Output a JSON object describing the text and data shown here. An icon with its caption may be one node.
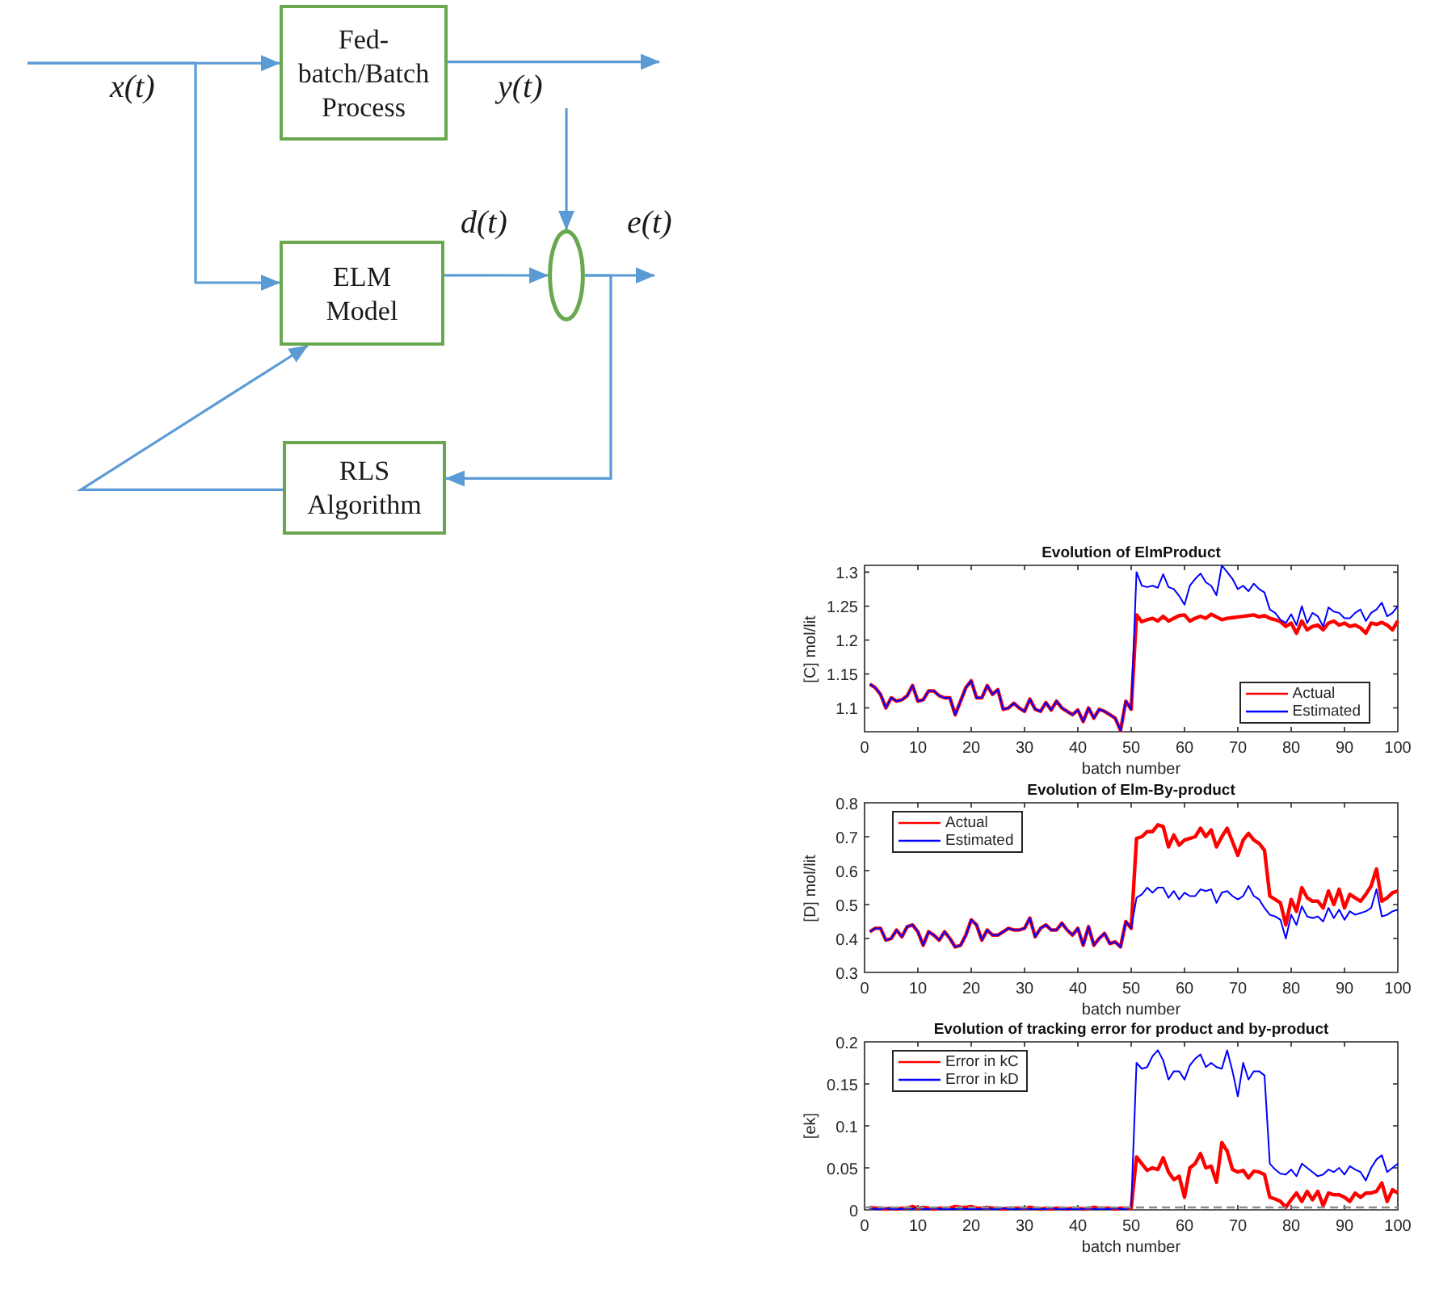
{
  "diagram": {
    "nodes": [
      {
        "text": [
          "Fed-batch/Batch Process"
        ]
      },
      {
        "text": [
          "ELM Model"
        ]
      },
      {
        "text": [],
        "shape": "ellipse"
      },
      {
        "text": [
          "RLS Algorithm"
        ]
      }
    ],
    "edges": [
      {
        "from": null,
        "to": 0,
        "arrow": "to",
        "label": "x(t)"
      },
      {
        "from": null,
        "to": 1,
        "arrow": "to"
      },
      {
        "from": 0,
        "to": null,
        "arrow": "to",
        "label": "y(t)"
      },
      {
        "from": null,
        "to": 2,
        "arrow": "to"
      },
      {
        "from": 1,
        "to": 2,
        "arrow": "to",
        "label": "d(t)"
      },
      {
        "from": 2,
        "to": null,
        "arrow": "to",
        "label": "e(t)"
      },
      {
        "from": 2,
        "to": 3,
        "arrow": "to"
      },
      {
        "from": 3,
        "to": 1,
        "arrow": "to"
      }
    ],
    "chart_data": [
      {
        "type": "line",
        "title": "Evolution of ElmProduct",
        "xlabel": "batch number",
        "ylabel": "[C] mol/lit",
        "x": [
          1,
          2,
          3,
          4,
          5,
          6,
          7,
          8,
          9,
          10,
          11,
          12,
          13,
          14,
          15,
          16,
          17,
          18,
          19,
          20,
          21,
          22,
          23,
          24,
          25,
          26,
          27,
          28,
          29,
          30,
          31,
          32,
          33,
          34,
          35,
          36,
          37,
          38,
          39,
          40,
          41,
          42,
          43,
          44,
          45,
          46,
          47,
          48,
          49,
          50,
          51,
          52,
          53,
          54,
          55,
          56,
          57,
          58,
          59,
          60,
          61,
          62,
          63,
          64,
          65,
          66,
          67,
          68,
          69,
          70,
          71,
          72,
          73,
          74,
          75,
          76,
          77,
          78,
          79,
          80,
          81,
          82,
          83,
          84,
          85,
          86,
          87,
          88,
          89,
          90,
          91,
          92,
          93,
          94,
          95,
          96,
          97,
          98,
          99,
          100
        ],
        "series": [
          {
            "name": "Actual",
            "color": "#ff0000",
            "values": [
              1.135,
              1.13,
              1.12,
              1.1,
              1.115,
              1.11,
              1.112,
              1.118,
              1.133,
              1.11,
              1.112,
              1.125,
              1.125,
              1.118,
              1.115,
              1.115,
              1.09,
              1.11,
              1.13,
              1.14,
              1.115,
              1.115,
              1.133,
              1.12,
              1.127,
              1.098,
              1.1,
              1.107,
              1.1,
              1.095,
              1.113,
              1.098,
              1.095,
              1.108,
              1.097,
              1.11,
              1.1,
              1.095,
              1.09,
              1.097,
              1.08,
              1.1,
              1.085,
              1.098,
              1.095,
              1.09,
              1.085,
              1.067,
              1.11,
              1.098,
              1.237,
              1.227,
              1.23,
              1.232,
              1.228,
              1.235,
              1.228,
              1.232,
              1.236,
              1.237,
              1.228,
              1.232,
              1.235,
              1.232,
              1.238,
              1.234,
              1.23,
              1.232,
              1.233,
              1.234,
              1.235,
              1.236,
              1.237,
              1.234,
              1.236,
              1.232,
              1.23,
              1.227,
              1.22,
              1.225,
              1.21,
              1.228,
              1.215,
              1.22,
              1.222,
              1.215,
              1.225,
              1.228,
              1.222,
              1.225,
              1.22,
              1.222,
              1.218,
              1.21,
              1.225,
              1.223,
              1.226,
              1.222,
              1.215,
              1.228
            ]
          },
          {
            "name": "Estimated",
            "color": "#0000ff",
            "values": [
              1.135,
              1.13,
              1.12,
              1.1,
              1.115,
              1.11,
              1.112,
              1.118,
              1.133,
              1.11,
              1.112,
              1.125,
              1.125,
              1.118,
              1.115,
              1.115,
              1.09,
              1.11,
              1.13,
              1.14,
              1.115,
              1.115,
              1.133,
              1.12,
              1.127,
              1.098,
              1.1,
              1.107,
              1.1,
              1.095,
              1.113,
              1.098,
              1.095,
              1.108,
              1.097,
              1.11,
              1.1,
              1.095,
              1.09,
              1.097,
              1.08,
              1.1,
              1.085,
              1.098,
              1.095,
              1.09,
              1.085,
              1.067,
              1.11,
              1.098,
              1.3,
              1.28,
              1.278,
              1.28,
              1.277,
              1.297,
              1.278,
              1.275,
              1.265,
              1.252,
              1.28,
              1.29,
              1.298,
              1.285,
              1.28,
              1.266,
              1.31,
              1.3,
              1.29,
              1.275,
              1.28,
              1.272,
              1.283,
              1.275,
              1.27,
              1.245,
              1.24,
              1.23,
              1.225,
              1.238,
              1.222,
              1.25,
              1.225,
              1.24,
              1.235,
              1.22,
              1.248,
              1.242,
              1.24,
              1.232,
              1.232,
              1.24,
              1.245,
              1.228,
              1.24,
              1.245,
              1.255,
              1.235,
              1.24,
              1.25
            ]
          }
        ],
        "xlim": [
          0,
          100
        ],
        "ylim": [
          1.065,
          1.31
        ],
        "xticks": [
          0,
          10,
          20,
          30,
          40,
          50,
          60,
          70,
          80,
          90,
          100
        ],
        "yticks": [
          1.1,
          1.15,
          1.2,
          1.25,
          1.3
        ],
        "legend": true
      },
      {
        "type": "line",
        "title": "Evolution of Elm-By-product",
        "xlabel": "batch number",
        "ylabel": "[D] mol/lit",
        "x": [
          1,
          2,
          3,
          4,
          5,
          6,
          7,
          8,
          9,
          10,
          11,
          12,
          13,
          14,
          15,
          16,
          17,
          18,
          19,
          20,
          21,
          22,
          23,
          24,
          25,
          26,
          27,
          28,
          29,
          30,
          31,
          32,
          33,
          34,
          35,
          36,
          37,
          38,
          39,
          40,
          41,
          42,
          43,
          44,
          45,
          46,
          47,
          48,
          49,
          50,
          51,
          52,
          53,
          54,
          55,
          56,
          57,
          58,
          59,
          60,
          61,
          62,
          63,
          64,
          65,
          66,
          67,
          68,
          69,
          70,
          71,
          72,
          73,
          74,
          75,
          76,
          77,
          78,
          79,
          80,
          81,
          82,
          83,
          84,
          85,
          86,
          87,
          88,
          89,
          90,
          91,
          92,
          93,
          94,
          95,
          96,
          97,
          98,
          99,
          100
        ],
        "series": [
          {
            "name": "Actual",
            "color": "#ff0000",
            "values": [
              0.42,
              0.43,
              0.43,
              0.395,
              0.4,
              0.425,
              0.405,
              0.435,
              0.44,
              0.42,
              0.38,
              0.42,
              0.41,
              0.395,
              0.42,
              0.4,
              0.375,
              0.38,
              0.41,
              0.455,
              0.44,
              0.395,
              0.425,
              0.41,
              0.41,
              0.42,
              0.43,
              0.425,
              0.425,
              0.43,
              0.46,
              0.405,
              0.43,
              0.44,
              0.425,
              0.425,
              0.445,
              0.425,
              0.41,
              0.43,
              0.38,
              0.435,
              0.38,
              0.4,
              0.415,
              0.385,
              0.39,
              0.375,
              0.45,
              0.43,
              0.695,
              0.7,
              0.715,
              0.715,
              0.735,
              0.73,
              0.67,
              0.705,
              0.675,
              0.69,
              0.695,
              0.7,
              0.725,
              0.7,
              0.72,
              0.67,
              0.7,
              0.725,
              0.685,
              0.645,
              0.69,
              0.71,
              0.69,
              0.68,
              0.66,
              0.525,
              0.515,
              0.505,
              0.44,
              0.515,
              0.48,
              0.55,
              0.52,
              0.51,
              0.51,
              0.49,
              0.54,
              0.5,
              0.545,
              0.49,
              0.53,
              0.52,
              0.51,
              0.53,
              0.555,
              0.605,
              0.51,
              0.52,
              0.535,
              0.54
            ]
          },
          {
            "name": "Estimated",
            "color": "#0000ff",
            "values": [
              0.42,
              0.43,
              0.43,
              0.395,
              0.4,
              0.425,
              0.405,
              0.435,
              0.44,
              0.42,
              0.38,
              0.42,
              0.41,
              0.395,
              0.42,
              0.4,
              0.375,
              0.38,
              0.41,
              0.455,
              0.44,
              0.395,
              0.425,
              0.41,
              0.41,
              0.42,
              0.43,
              0.425,
              0.425,
              0.43,
              0.46,
              0.405,
              0.43,
              0.44,
              0.425,
              0.425,
              0.445,
              0.425,
              0.41,
              0.43,
              0.38,
              0.435,
              0.38,
              0.4,
              0.415,
              0.385,
              0.39,
              0.375,
              0.45,
              0.43,
              0.52,
              0.53,
              0.55,
              0.535,
              0.55,
              0.55,
              0.52,
              0.54,
              0.515,
              0.535,
              0.525,
              0.525,
              0.545,
              0.54,
              0.545,
              0.505,
              0.535,
              0.54,
              0.525,
              0.515,
              0.525,
              0.555,
              0.525,
              0.515,
              0.49,
              0.47,
              0.465,
              0.455,
              0.4,
              0.47,
              0.44,
              0.495,
              0.465,
              0.46,
              0.465,
              0.45,
              0.49,
              0.46,
              0.485,
              0.455,
              0.48,
              0.47,
              0.475,
              0.48,
              0.49,
              0.545,
              0.465,
              0.47,
              0.48,
              0.485
            ]
          }
        ],
        "xlim": [
          0,
          100
        ],
        "ylim": [
          0.3,
          0.8
        ],
        "xticks": [
          0,
          10,
          20,
          30,
          40,
          50,
          60,
          70,
          80,
          90,
          100
        ],
        "yticks": [
          0.3,
          0.4,
          0.5,
          0.6,
          0.7,
          0.8
        ],
        "legend": true
      },
      {
        "type": "line",
        "title": "Evolution of tracking error for product and by-product",
        "xlabel": "batch number",
        "ylabel": "[ek]",
        "x": [
          1,
          2,
          3,
          4,
          5,
          6,
          7,
          8,
          9,
          10,
          11,
          12,
          13,
          14,
          15,
          16,
          17,
          18,
          19,
          20,
          21,
          22,
          23,
          24,
          25,
          26,
          27,
          28,
          29,
          30,
          31,
          32,
          33,
          34,
          35,
          36,
          37,
          38,
          39,
          40,
          41,
          42,
          43,
          44,
          45,
          46,
          47,
          48,
          49,
          50,
          51,
          52,
          53,
          54,
          55,
          56,
          57,
          58,
          59,
          60,
          61,
          62,
          63,
          64,
          65,
          66,
          67,
          68,
          69,
          70,
          71,
          72,
          73,
          74,
          75,
          76,
          77,
          78,
          79,
          80,
          81,
          82,
          83,
          84,
          85,
          86,
          87,
          88,
          89,
          90,
          91,
          92,
          93,
          94,
          95,
          96,
          97,
          98,
          99,
          100
        ],
        "series": [
          {
            "name": "Error in kC",
            "color": "#ff0000",
            "values": [
              0.003,
              0.002,
              0.002,
              0.001,
              0.002,
              0.001,
              0.002,
              0.002,
              0.004,
              0.002,
              0.003,
              0.002,
              0.001,
              0.002,
              0.002,
              0.002,
              0.004,
              0.003,
              0.003,
              0.004,
              0.002,
              0.002,
              0.003,
              0.002,
              0.002,
              0.001,
              0.002,
              0.002,
              0.002,
              0.002,
              0.003,
              0.002,
              0.001,
              0.002,
              0.001,
              0.002,
              0.002,
              0.001,
              0.002,
              0.002,
              0.001,
              0.002,
              0.003,
              0.002,
              0.002,
              0.002,
              0.001,
              0.002,
              0.002,
              0.002,
              0.063,
              0.055,
              0.047,
              0.05,
              0.048,
              0.062,
              0.045,
              0.036,
              0.04,
              0.015,
              0.05,
              0.055,
              0.067,
              0.05,
              0.052,
              0.033,
              0.08,
              0.07,
              0.048,
              0.045,
              0.047,
              0.038,
              0.046,
              0.045,
              0.042,
              0.015,
              0.013,
              0.01,
              0.003,
              0.012,
              0.02,
              0.01,
              0.022,
              0.012,
              0.022,
              0.005,
              0.02,
              0.018,
              0.018,
              0.015,
              0.01,
              0.02,
              0.015,
              0.02,
              0.02,
              0.022,
              0.032,
              0.01,
              0.024,
              0.02
            ]
          },
          {
            "name": "Error in kD",
            "color": "#0000ff",
            "values": [
              0.002,
              0.001,
              0.001,
              0.002,
              0.001,
              0.001,
              0.001,
              0.002,
              0.001,
              0.003,
              0.001,
              0.001,
              0.002,
              0.001,
              0.001,
              0.001,
              0.001,
              0.002,
              0.001,
              0.001,
              0.001,
              0.001,
              0.002,
              0.001,
              0.001,
              0.002,
              0.001,
              0.001,
              0.001,
              0.002,
              0.001,
              0.001,
              0.001,
              0.001,
              0.002,
              0.001,
              0.001,
              0.001,
              0.001,
              0.001,
              0.001,
              0.002,
              0.001,
              0.001,
              0.001,
              0.001,
              0.002,
              0.001,
              0.001,
              0.003,
              0.175,
              0.168,
              0.17,
              0.183,
              0.19,
              0.178,
              0.155,
              0.165,
              0.165,
              0.155,
              0.172,
              0.18,
              0.185,
              0.17,
              0.175,
              0.17,
              0.168,
              0.19,
              0.165,
              0.135,
              0.175,
              0.155,
              0.165,
              0.165,
              0.16,
              0.055,
              0.048,
              0.043,
              0.042,
              0.048,
              0.04,
              0.055,
              0.05,
              0.045,
              0.04,
              0.042,
              0.048,
              0.045,
              0.05,
              0.042,
              0.052,
              0.048,
              0.045,
              0.035,
              0.05,
              0.06,
              0.065,
              0.045,
              0.05,
              0.055
            ]
          }
        ],
        "xlim": [
          0,
          100
        ],
        "ylim": [
          0,
          0.2
        ],
        "xticks": [
          0,
          10,
          20,
          30,
          40,
          50,
          60,
          70,
          80,
          90,
          100
        ],
        "yticks": [
          0,
          0.05,
          0.1,
          0.15,
          0.2
        ],
        "legend": true
      }
    ]
  }
}
